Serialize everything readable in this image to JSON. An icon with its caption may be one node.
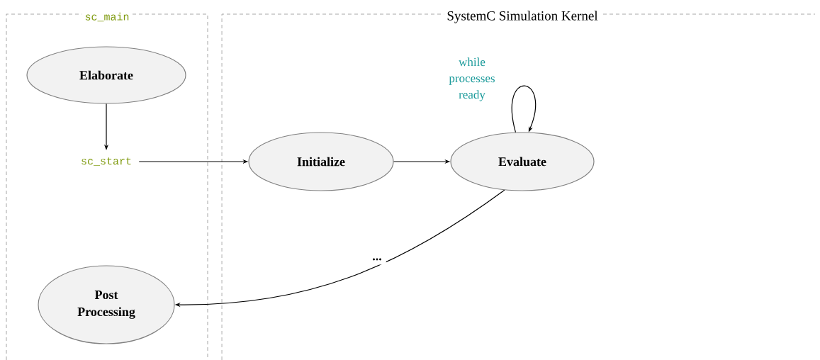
{
  "diagram": {
    "nodes": [
      {
        "text": [
          "sc_main"
        ]
      },
      {
        "text": [
          "SystemC Simulation Kernel"
        ]
      },
      {
        "text": [
          "Elaborate"
        ],
        "in": 0
      },
      {
        "text": [
          "sc_start"
        ],
        "in": 0
      },
      {
        "text": [
          "Post Processing"
        ],
        "in": 0
      },
      {
        "text": [
          "Initialize"
        ],
        "in": 1
      },
      {
        "text": [
          "Evaluate"
        ],
        "in": 1
      }
    ],
    "edges": [
      {
        "from": 2,
        "to": 3,
        "arrow": "to"
      },
      {
        "from": 3,
        "to": 5,
        "arrow": "to"
      },
      {
        "from": 5,
        "to": 6,
        "arrow": "to"
      },
      {
        "from": 6,
        "to": 6,
        "arrow": "to",
        "label": "while processes ready"
      },
      {
        "from": 6,
        "to": 4,
        "arrow": "to",
        "label": "..."
      }
    ]
  }
}
